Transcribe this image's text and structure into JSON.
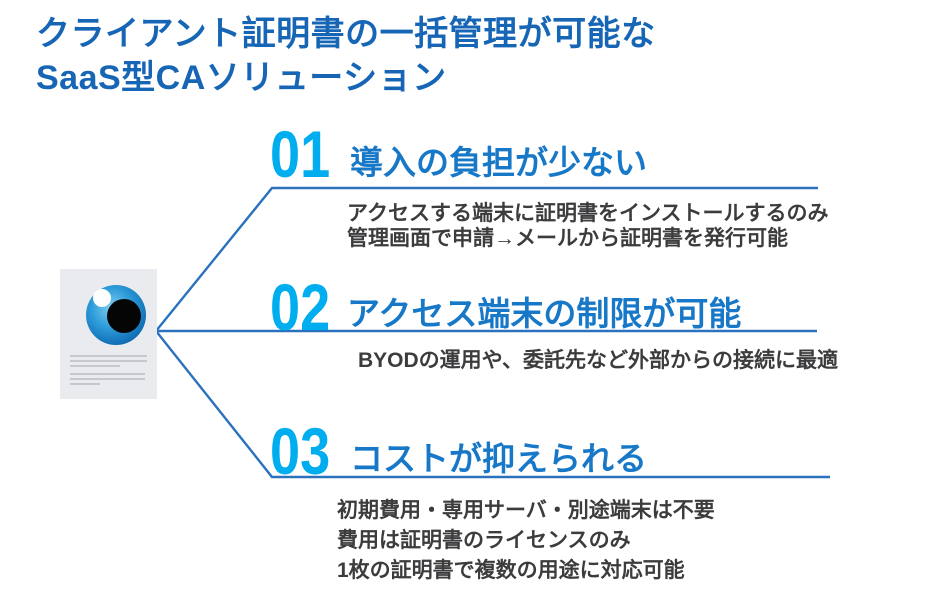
{
  "title": {
    "line1": "クライアント証明書の一括管理が可能な",
    "line2": "SaaS型CAソリューション"
  },
  "icon": {
    "name": "document-with-eye",
    "description": "paper document with watching eye"
  },
  "sections": [
    {
      "number": "01",
      "heading": "導入の負担が少ない",
      "details": [
        "アクセスする端末に証明書をインストールするのみ",
        "管理画面で申請→メールから証明書を発行可能"
      ]
    },
    {
      "number": "02",
      "heading": "アクセス端末の制限が可能",
      "details": [
        "BYODの運用や、委託先など外部からの接続に最適"
      ]
    },
    {
      "number": "03",
      "heading": "コストが抑えられる",
      "details": [
        "初期費用・専用サーバ・別途端末は不要",
        "費用は証明書のライセンスのみ",
        "1枚の証明書で複数の用途に対応可能"
      ]
    }
  ],
  "colors": {
    "title_blue": "#1766b5",
    "heading_blue": "#1878c8",
    "number_cyan": "#00aeef",
    "connector_blue": "#2a72bd",
    "body_text": "#3c3c3e",
    "document_gray": "#e9ebee"
  }
}
